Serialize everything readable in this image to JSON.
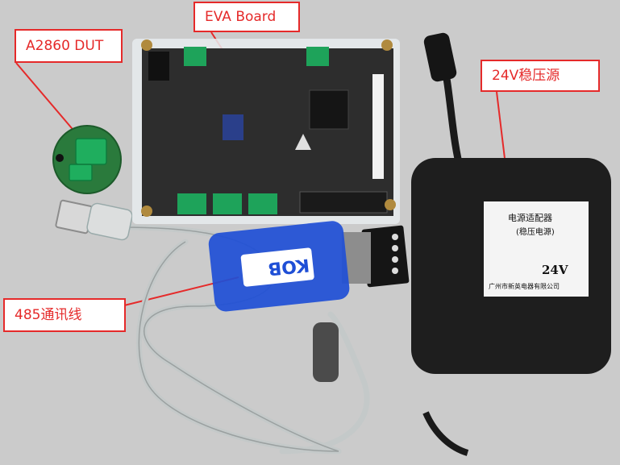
{
  "labels": {
    "dut": "A2860 DUT",
    "eva_board": "EVA Board",
    "power_supply": "24V稳压源",
    "cable": "485通讯线"
  },
  "adapter": {
    "brand_text": "KOB",
    "label_line1": "电源适配器",
    "label_line2": "(稳压电源)",
    "voltage": "24V",
    "manufacturer": "广州市新英电器有限公司"
  },
  "colors": {
    "callout_border": "#e52a2a",
    "callout_text": "#e52a2a",
    "background": "#cfcfcf",
    "pcb": "#2d2d2d",
    "dongle": "#1f4fd6",
    "adapter_body": "#1e1e1e",
    "terminal_green": "#1ea35a"
  }
}
